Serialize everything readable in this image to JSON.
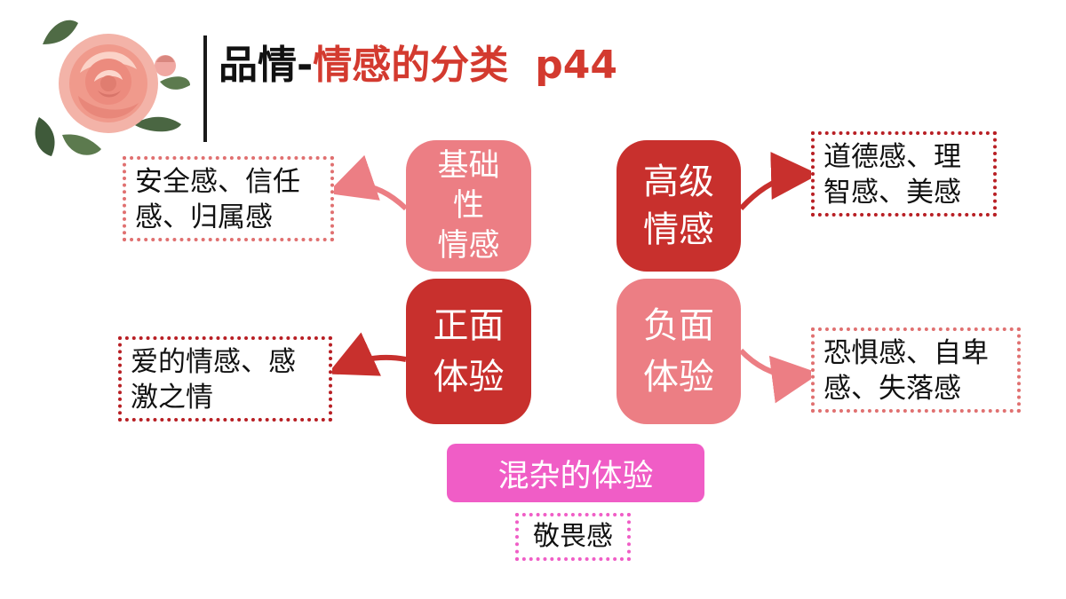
{
  "title": {
    "prefix": "品情-",
    "topic": "情感的分类",
    "page": "p44"
  },
  "categories": {
    "basic": {
      "lines": [
        "基础",
        "性",
        "情感"
      ],
      "examples": [
        "安全感、信任",
        "感、归属感"
      ]
    },
    "advanced": {
      "lines": [
        "高级",
        "情感"
      ],
      "examples": [
        "道德感、理",
        "智感、美感"
      ]
    },
    "positive": {
      "lines": [
        "正面",
        "体验"
      ],
      "examples": [
        "爱的情感、感",
        "激之情"
      ]
    },
    "negative": {
      "lines": [
        "负面",
        "体验"
      ],
      "examples": [
        "恐惧感、自卑",
        "感、失落感"
      ]
    },
    "mixed": {
      "label": "混杂的体验",
      "example": "敬畏感"
    }
  },
  "colors": {
    "title_accent": "#d33a2f",
    "dark_red": "#c8302d",
    "light_red": "#ec7e84",
    "pink": "#f05dc6"
  },
  "icons": [
    "rose-illustration",
    "curved-arrow"
  ]
}
